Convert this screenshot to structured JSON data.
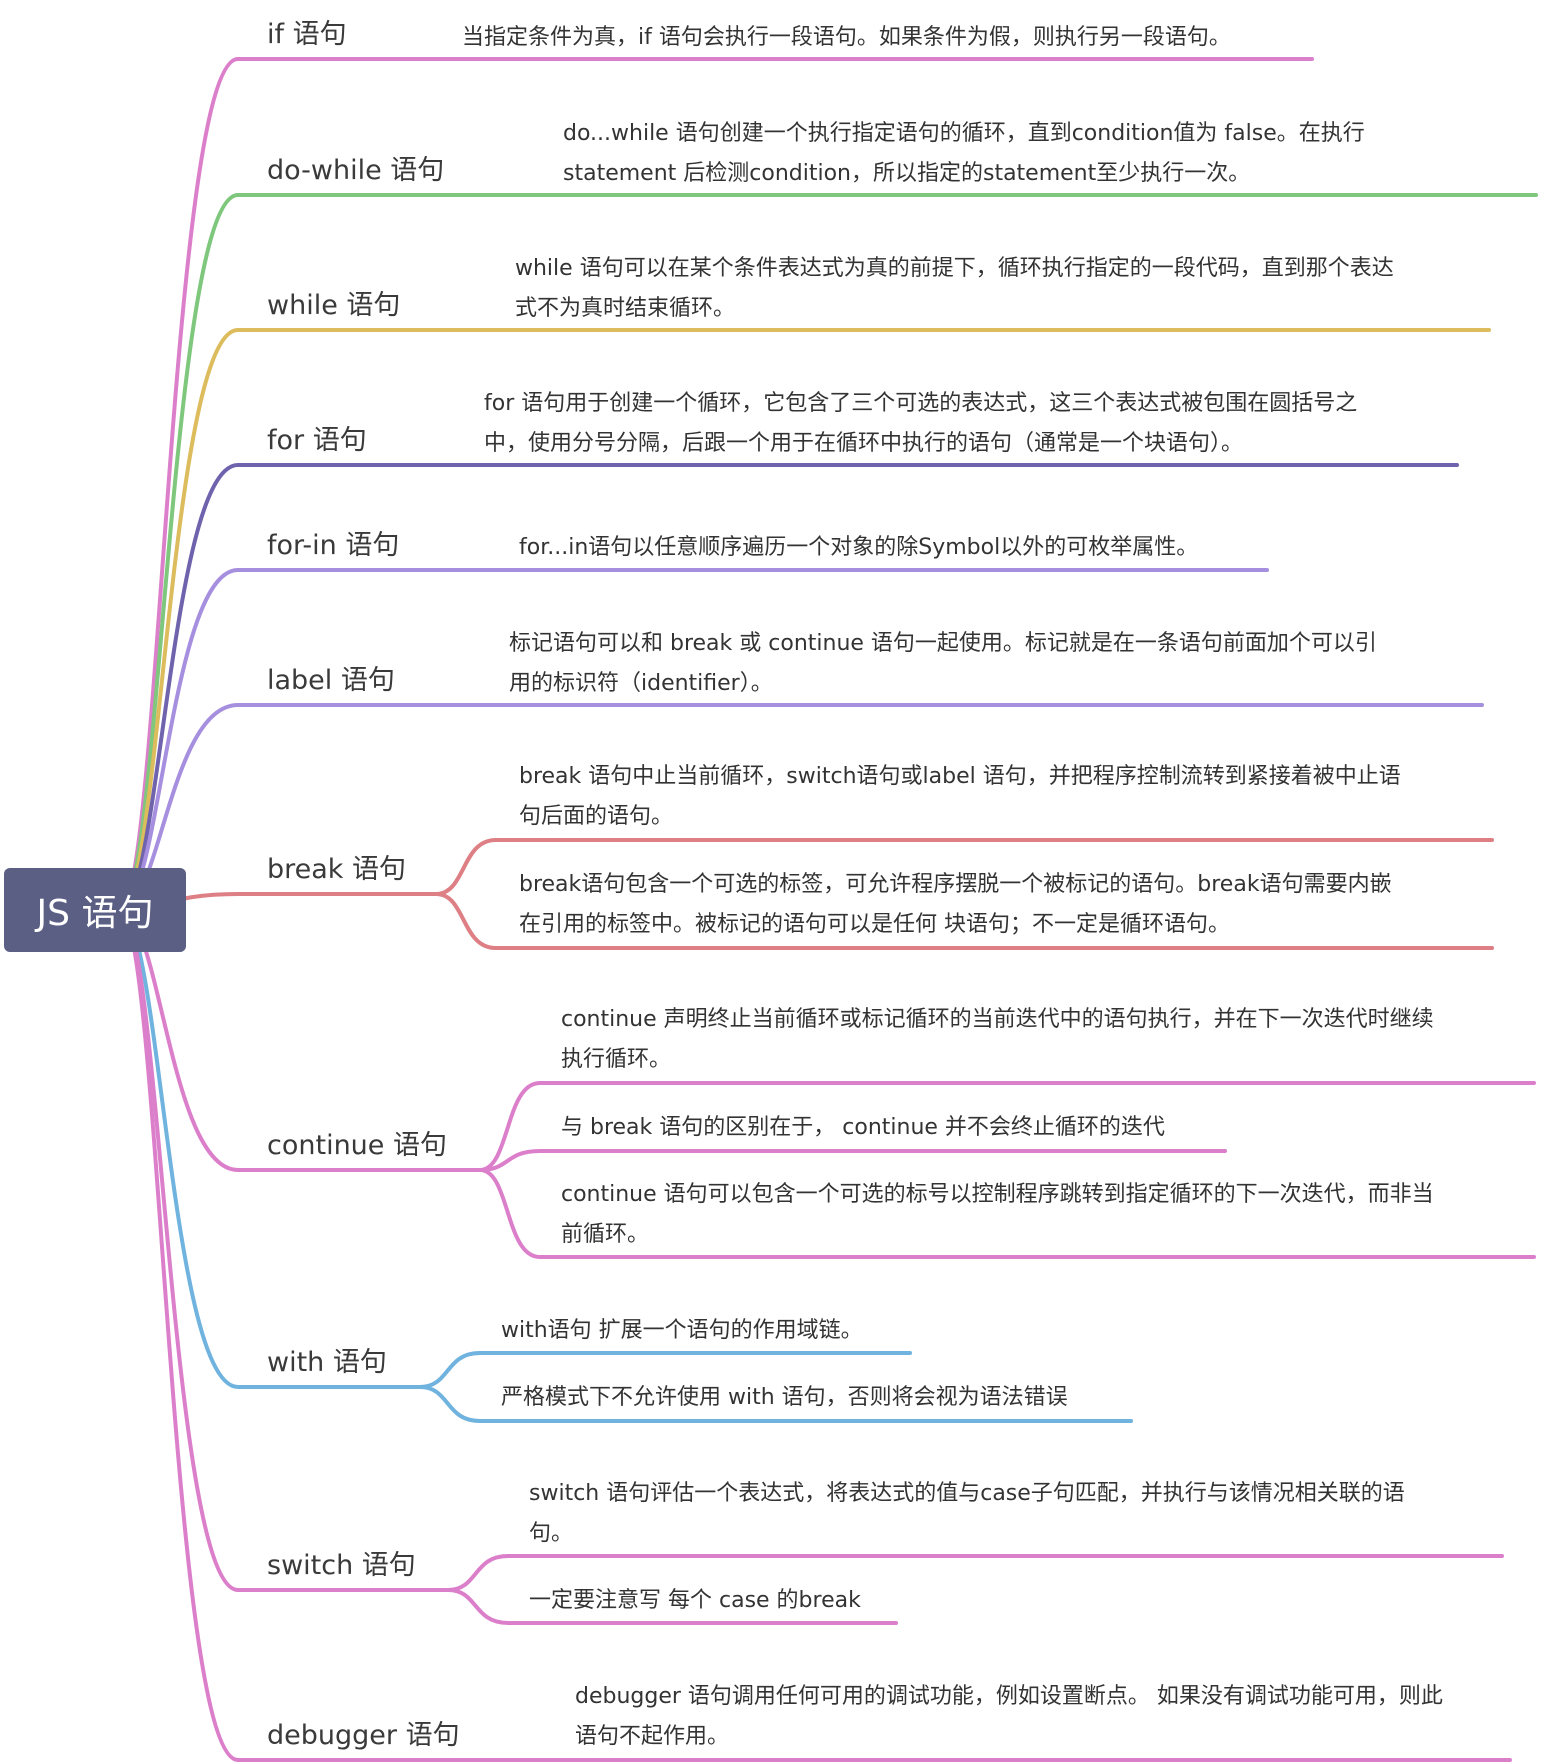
{
  "colors": {
    "root_bg": "#5b5f84",
    "pink": "#dc7fcb",
    "green": "#7ec77d",
    "yellow": "#dcbc5c",
    "purple": "#6f63ad",
    "lavender": "#a68fdf",
    "red": "#dd7f84",
    "blue": "#6fb3de"
  },
  "root": {
    "label": "JS 语句"
  },
  "branches": [
    {
      "id": "if",
      "label": "if 语句",
      "color": "pink",
      "leaves": [
        "当指定条件为真，if 语句会执行一段语句。如果条件为假，则执行另一段语句。"
      ]
    },
    {
      "id": "do-while",
      "label": "do-while 语句",
      "color": "green",
      "leaves": [
        "do...while 语句创建一个执行指定语句的循环，直到condition值为 false。在执行\nstatement 后检测condition，所以指定的statement至少执行一次。"
      ]
    },
    {
      "id": "while",
      "label": "while 语句",
      "color": "yellow",
      "leaves": [
        "while 语句可以在某个条件表达式为真的前提下，循环执行指定的一段代码，直到那个表达\n式不为真时结束循环。"
      ]
    },
    {
      "id": "for",
      "label": "for 语句",
      "color": "purple",
      "leaves": [
        "for 语句用于创建一个循环，它包含了三个可选的表达式，这三个表达式被包围在圆括号之\n中，使用分号分隔，后跟一个用于在循环中执行的语句（通常是一个块语句）。"
      ]
    },
    {
      "id": "for-in",
      "label": "for-in 语句",
      "color": "lavender",
      "leaves": [
        "for...in语句以任意顺序遍历一个对象的除Symbol以外的可枚举属性。"
      ]
    },
    {
      "id": "label",
      "label": "label 语句",
      "color": "lavender",
      "leaves": [
        "标记语句可以和 break 或 continue 语句一起使用。标记就是在一条语句前面加个可以引\n用的标识符（identifier）。"
      ]
    },
    {
      "id": "break",
      "label": "break 语句",
      "color": "red",
      "leaves": [
        "break 语句中止当前循环，switch语句或label 语句，并把程序控制流转到紧接着被中止语\n句后面的语句。",
        "break语句包含一个可选的标签，可允许程序摆脱一个被标记的语句。break语句需要内嵌\n在引用的标签中。被标记的语句可以是任何 块语句；不一定是循环语句。"
      ]
    },
    {
      "id": "continue",
      "label": "continue 语句",
      "color": "pink",
      "leaves": [
        "continue 声明终止当前循环或标记循环的当前迭代中的语句执行，并在下一次迭代时继续\n执行循环。",
        "与 break 语句的区别在于， continue 并不会终止循环的迭代",
        "continue 语句可以包含一个可选的标号以控制程序跳转到指定循环的下一次迭代，而非当\n前循环。"
      ]
    },
    {
      "id": "with",
      "label": "with 语句",
      "color": "blue",
      "leaves": [
        "with语句 扩展一个语句的作用域链。",
        "严格模式下不允许使用 with 语句，否则将会视为语法错误"
      ]
    },
    {
      "id": "switch",
      "label": "switch 语句",
      "color": "pink",
      "leaves": [
        "switch 语句评估一个表达式，将表达式的值与case子句匹配，并执行与该情况相关联的语\n句。",
        "一定要注意写 每个 case 的break"
      ]
    },
    {
      "id": "debugger",
      "label": "debugger 语句",
      "color": "pink",
      "leaves": [
        "debugger 语句调用任何可用的调试功能，例如设置断点。 如果没有调试功能可用，则此\n语句不起作用。"
      ]
    }
  ]
}
